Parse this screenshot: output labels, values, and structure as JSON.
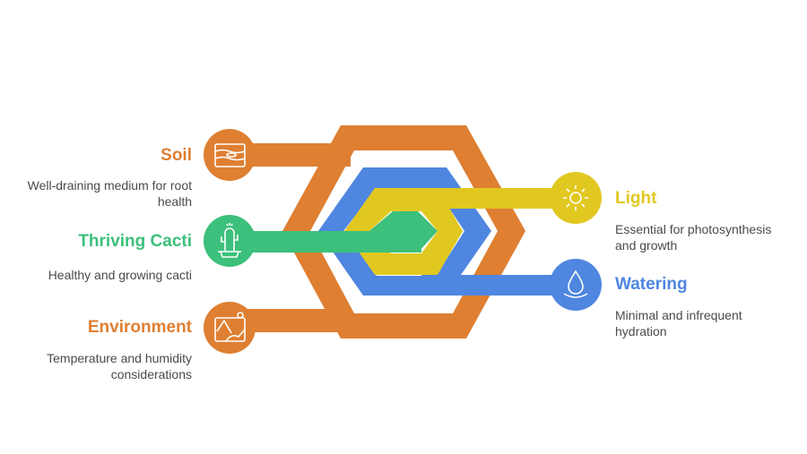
{
  "colors": {
    "orange": "#DE7F32",
    "blue": "#4F86E0",
    "yellow": "#E1C821",
    "green": "#3CC07B",
    "text": "#4a4a4a"
  },
  "items": {
    "soil": {
      "title": "Soil",
      "description": "Well-draining medium for root health",
      "icon": "soil-layers-icon"
    },
    "thriving": {
      "title": "Thriving Cacti",
      "description": "Healthy and growing cacti",
      "icon": "cactus-icon"
    },
    "environment": {
      "title": "Environment",
      "description": "Temperature and humidity considerations",
      "icon": "desert-landscape-icon"
    },
    "light": {
      "title": "Light",
      "description": "Essential for photosynthesis and growth",
      "icon": "sun-icon"
    },
    "watering": {
      "title": "Watering",
      "description": "Minimal and infrequent hydration",
      "icon": "water-drop-icon"
    }
  }
}
